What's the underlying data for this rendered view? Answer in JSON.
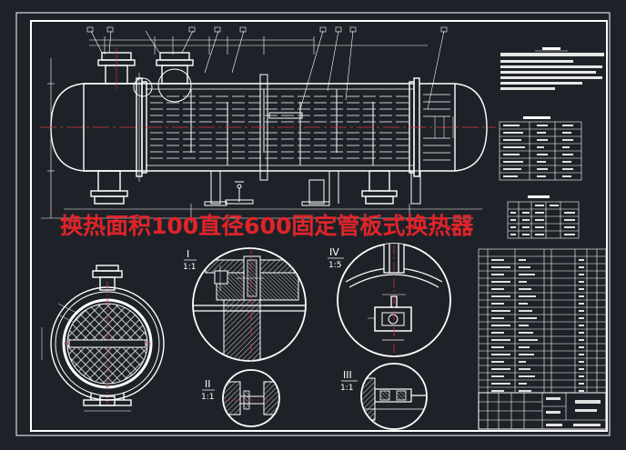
{
  "drawing": {
    "title": "换热面积100直径600固定管板式换热器",
    "detail_labels": {
      "d1_roman": "I",
      "d1_scale": "1:1",
      "d2_roman": "II",
      "d2_scale": "1:1",
      "d3_roman": "III",
      "d3_scale": "1:1",
      "d4_roman": "IV",
      "d4_scale": "1:5"
    },
    "colors": {
      "background": "#1e2228",
      "line": "#ffffff",
      "title": "#e0242a",
      "centerline": "#d83a3a",
      "hatch": "#c8c8c8"
    }
  }
}
